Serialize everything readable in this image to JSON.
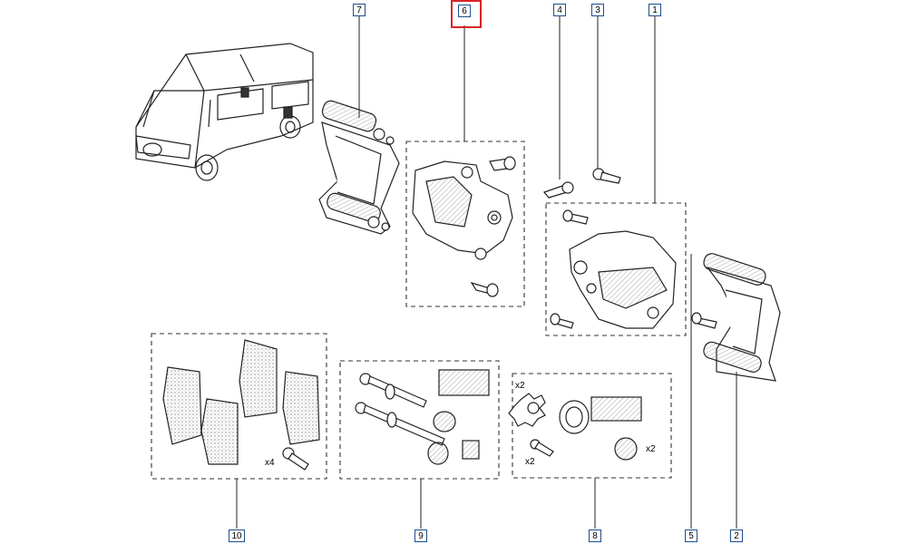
{
  "callouts": [
    {
      "id": "7",
      "label": "7"
    },
    {
      "id": "6",
      "label": "6"
    },
    {
      "id": "4",
      "label": "4"
    },
    {
      "id": "3",
      "label": "3"
    },
    {
      "id": "1",
      "label": "1"
    },
    {
      "id": "10",
      "label": "10"
    },
    {
      "id": "9",
      "label": "9"
    },
    {
      "id": "8",
      "label": "8"
    },
    {
      "id": "5",
      "label": "5"
    },
    {
      "id": "2",
      "label": "2"
    }
  ],
  "quantities": {
    "pads_bolt": "x4",
    "kit8_ring": "x2",
    "kit8_bolt": "x2",
    "kit8_boot": "x2"
  },
  "colors": {
    "line": "#222222",
    "callout_border": "#1d4f8f",
    "highlight": "#d8232a",
    "dashed": "#333333"
  }
}
